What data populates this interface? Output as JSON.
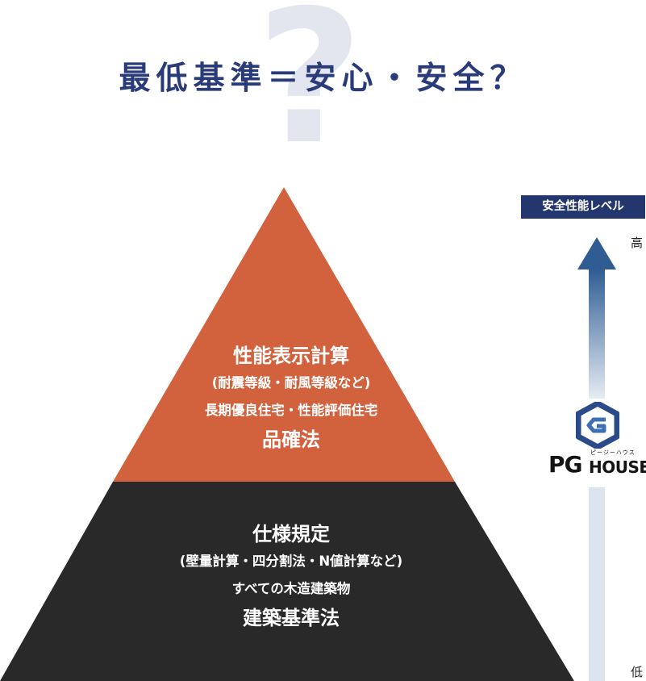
{
  "background_mark": "?",
  "headline": "最低基準＝安心・安全？",
  "pyramid": {
    "top_tier": {
      "title": "性能表示計算",
      "subtitle_1": "(耐震等級・耐風等級など)",
      "subtitle_2": "長期優良住宅・性能評価住宅",
      "law": "品確法",
      "color": "#d2613d"
    },
    "bottom_tier": {
      "title": "仕様規定",
      "subtitle_1": "(壁量計算・四分割法・N値計算など)",
      "subtitle_2": "すべての木造建築物",
      "law": "建築基準法",
      "color": "#292929"
    }
  },
  "scale": {
    "label": "安全性能レベル",
    "high": "高",
    "low": "低",
    "arrow_color_top": "#2e5c93",
    "arrow_color_bottom": "#e6ecf3"
  },
  "logo": {
    "kana": "ピージーハウス",
    "pg": "PG",
    "house": "HOUSE",
    "color": "#2b4a8a"
  },
  "colors": {
    "headline": "#2a3b7a",
    "label_bg": "#23366e"
  }
}
